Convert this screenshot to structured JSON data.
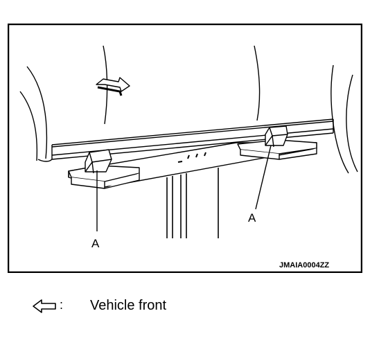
{
  "figure": {
    "label_left": "A",
    "label_right": "A",
    "code": "JMAIA0004ZZ",
    "icons": [
      "front-arrow-icon"
    ]
  },
  "legend": {
    "separator": ":",
    "text": "Vehicle front",
    "icon": "hollow-left-arrow-icon"
  }
}
